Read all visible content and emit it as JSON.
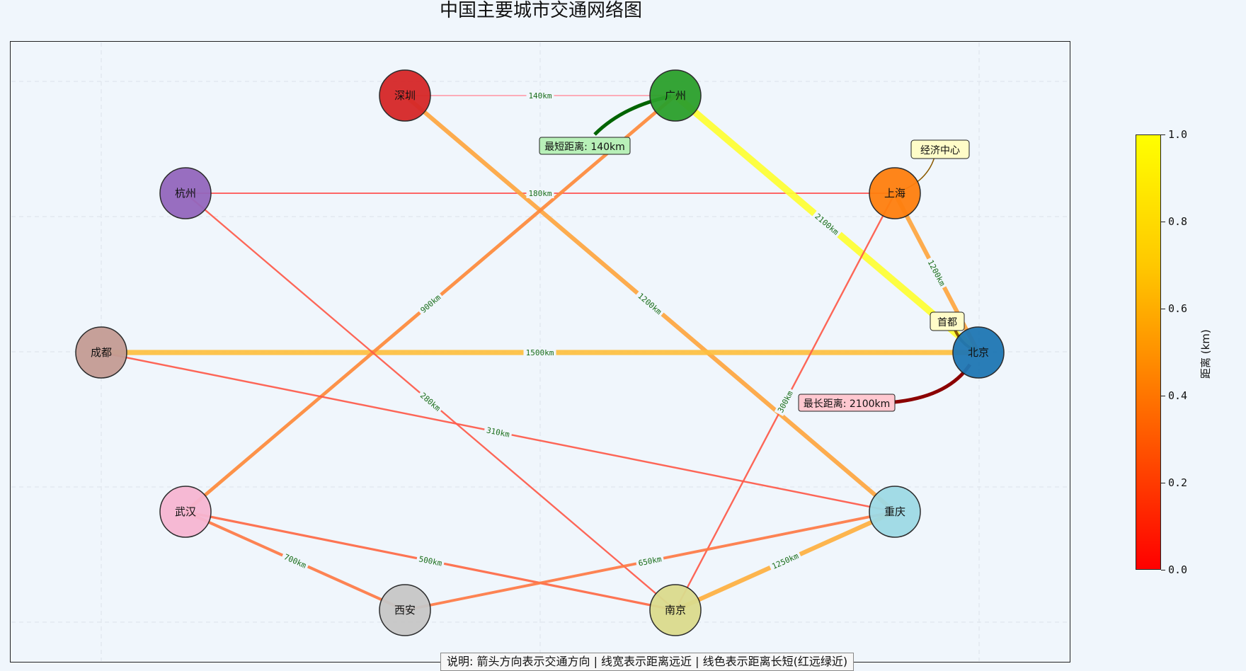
{
  "title": "中国主要城市交通网络图",
  "nodes": [
    {
      "id": "shenzhen",
      "label": "深圳",
      "color": "#d62728"
    },
    {
      "id": "guangzhou",
      "label": "广州",
      "color": "#2ca02c"
    },
    {
      "id": "hangzhou",
      "label": "杭州",
      "color": "#9467bd"
    },
    {
      "id": "shanghai",
      "label": "上海",
      "color": "#ff7f0e"
    },
    {
      "id": "chengdu",
      "label": "成都",
      "color": "#c49c94"
    },
    {
      "id": "beijing",
      "label": "北京",
      "color": "#1f77b4"
    },
    {
      "id": "wuhan",
      "label": "武汉",
      "color": "#f7b6d2"
    },
    {
      "id": "chongqing",
      "label": "重庆",
      "color": "#9edae5"
    },
    {
      "id": "xian",
      "label": "西安",
      "color": "#c7c7c7"
    },
    {
      "id": "nanjing",
      "label": "南京",
      "color": "#dbdb8d"
    }
  ],
  "edges": [
    {
      "from": "shenzhen",
      "to": "guangzhou",
      "distance_km": 140,
      "label": "140km",
      "color": "#ff9aa8"
    },
    {
      "from": "hangzhou",
      "to": "shanghai",
      "distance_km": 180,
      "label": "180km",
      "color": "#ff5a5a"
    },
    {
      "from": "guangzhou",
      "to": "beijing",
      "distance_km": 2100,
      "label": "2100km",
      "color": "#ffff33"
    },
    {
      "from": "shanghai",
      "to": "beijing",
      "distance_km": 1200,
      "label": "1200km",
      "color": "#ffa640"
    },
    {
      "from": "shenzhen",
      "to": "chongqing",
      "distance_km": 1200,
      "label": "1200km",
      "color": "#ffa640"
    },
    {
      "from": "chengdu",
      "to": "beijing",
      "distance_km": 1500,
      "label": "1500km",
      "color": "#ffc040"
    },
    {
      "from": "wuhan",
      "to": "guangzhou",
      "distance_km": 900,
      "label": "900km",
      "color": "#ff8a3a"
    },
    {
      "from": "hangzhou",
      "to": "nanjing",
      "distance_km": 280,
      "label": "280km",
      "color": "#ff5a4a"
    },
    {
      "from": "nanjing",
      "to": "shanghai",
      "distance_km": 300,
      "label": "300km",
      "color": "#ff5a4a"
    },
    {
      "from": "chengdu",
      "to": "chongqing",
      "distance_km": 310,
      "label": "310km",
      "color": "#ff5a4a"
    },
    {
      "from": "wuhan",
      "to": "xian",
      "distance_km": 700,
      "label": "700km",
      "color": "#ff7a45"
    },
    {
      "from": "wuhan",
      "to": "nanjing",
      "distance_km": 500,
      "label": "500km",
      "color": "#ff6a45"
    },
    {
      "from": "xian",
      "to": "chongqing",
      "distance_km": 650,
      "label": "650km",
      "color": "#ff7a45"
    },
    {
      "from": "nanjing",
      "to": "chongqing",
      "distance_km": 1250,
      "label": "1250km",
      "color": "#ffb040"
    }
  ],
  "annotations": {
    "shortest": {
      "text": "最短距离: 140km",
      "bg": "#b8f0b8",
      "arrow_color": "#006400"
    },
    "longest": {
      "text": "最长距离: 2100km",
      "bg": "#ffc8d0",
      "arrow_color": "#8b0000"
    },
    "economic_center": {
      "text": "经济中心",
      "bg": "#fffcc8"
    },
    "capital": {
      "text": "首都",
      "bg": "#fffcc8"
    }
  },
  "legend_note": "说明: 箭头方向表示交通方向 | 线宽表示距离远近 | 线色表示距离长短(红远绿近)",
  "colorbar": {
    "label": "距离 (km)",
    "ticks": [
      "0.0",
      "0.2",
      "0.4",
      "0.6",
      "0.8",
      "1.0"
    ],
    "tick_values": [
      0.0,
      0.2,
      0.4,
      0.6,
      0.8,
      1.0
    ]
  }
}
